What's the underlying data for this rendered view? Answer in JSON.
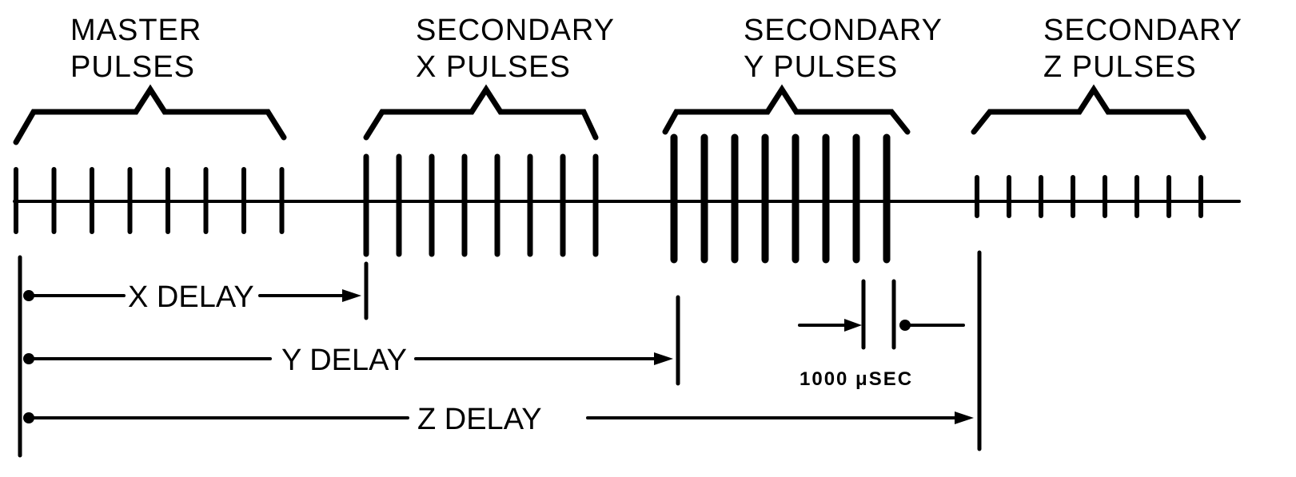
{
  "groups": [
    {
      "id": "master",
      "line1": "MASTER",
      "line2": "PULSES"
    },
    {
      "id": "x",
      "line1": "SECONDARY",
      "line2": "X PULSES"
    },
    {
      "id": "y",
      "line1": "SECONDARY",
      "line2": "Y PULSES"
    },
    {
      "id": "z",
      "line1": "SECONDARY",
      "line2": "Z PULSES"
    }
  ],
  "delays": {
    "x": "X DELAY",
    "y": "Y DELAY",
    "z": "Z DELAY"
  },
  "interval_label": "1000 μSEC",
  "pulse_counts": {
    "master": 8,
    "x": 8,
    "y": 8,
    "z": 8
  }
}
